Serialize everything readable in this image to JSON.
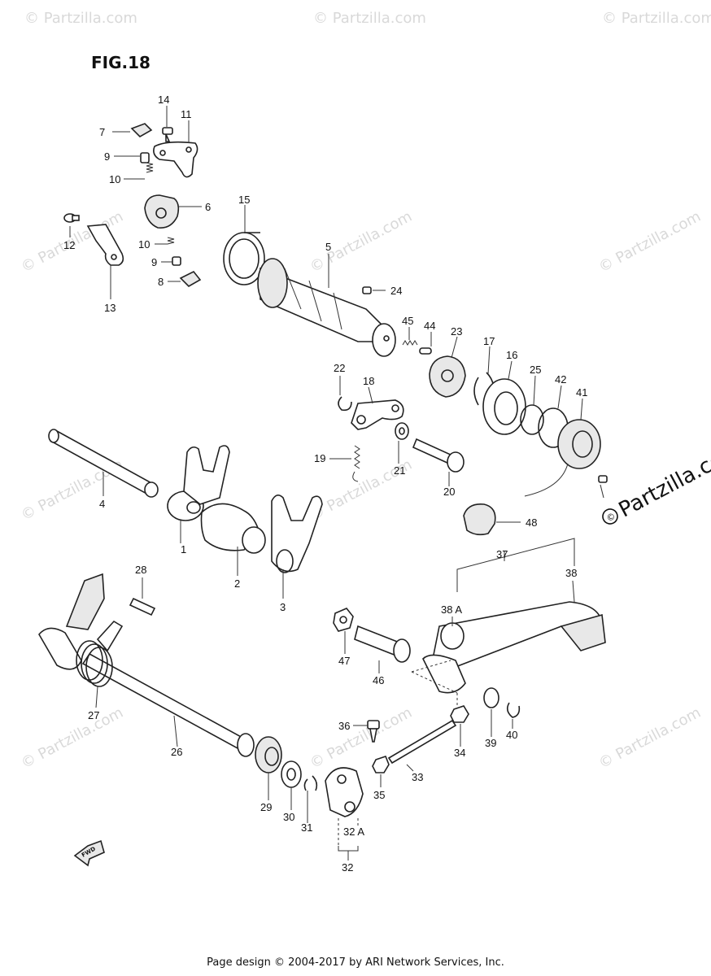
{
  "figure_title": "FIG.18",
  "footer": "Page design © 2004-2017 by ARI Network Services, Inc.",
  "watermark": {
    "text": "© Partzilla.com",
    "brand": "Partzilla.com"
  },
  "fwd_label": "FWD",
  "part_labels": [
    "1",
    "2",
    "3",
    "4",
    "5",
    "6",
    "7",
    "8",
    "9",
    "9",
    "10",
    "10",
    "11",
    "12",
    "13",
    "14",
    "15",
    "16",
    "17",
    "18",
    "19",
    "20",
    "21",
    "22",
    "23",
    "24",
    "25",
    "26",
    "27",
    "28",
    "29",
    "30",
    "31",
    "32",
    "32 A",
    "33",
    "34",
    "35",
    "36",
    "37",
    "38",
    "38 A",
    "39",
    "40",
    "41",
    "42",
    "44",
    "45",
    "46",
    "47",
    "48"
  ],
  "colors": {
    "ink": "#222222",
    "watermark": "#d9d9d9",
    "background": "#ffffff"
  }
}
